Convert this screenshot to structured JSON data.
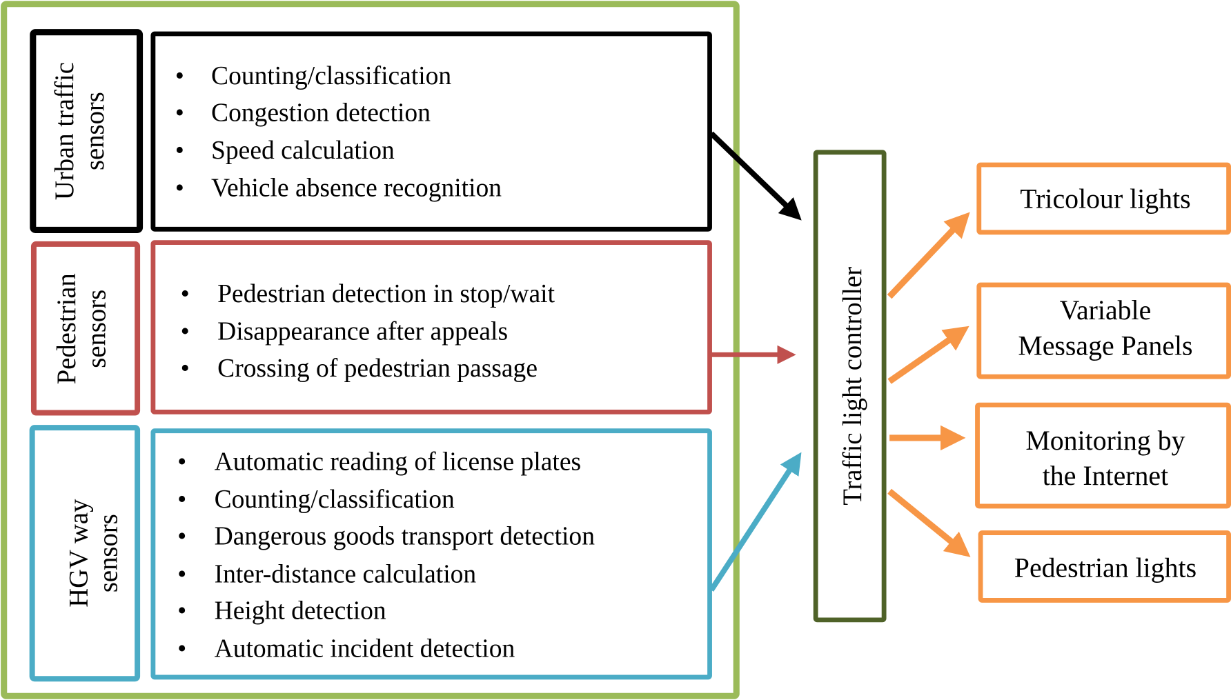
{
  "colors": {
    "frame": "#9bbb59",
    "urban": "#000000",
    "pedestrian": "#c0504d",
    "hgv": "#4bacc6",
    "controller": "#4f6228",
    "output": "#f79646"
  },
  "sensor_groups": [
    {
      "label_lines": [
        "Urban traffic",
        "sensors"
      ],
      "items": [
        "Counting/classification",
        "Congestion detection",
        "Speed calculation",
        "Vehicle absence recognition"
      ]
    },
    {
      "label_lines": [
        "Pedestrian",
        "sensors"
      ],
      "items": [
        "Pedestrian detection in stop/wait",
        "Disappearance after appeals",
        "Crossing of pedestrian passage"
      ]
    },
    {
      "label_lines": [
        "HGV way",
        "sensors"
      ],
      "items": [
        "Automatic reading of license plates",
        "Counting/classification",
        "Dangerous goods transport detection",
        "Inter-distance calculation",
        "Height detection",
        "Automatic incident detection"
      ]
    }
  ],
  "controller": {
    "label": "Traffic light controller"
  },
  "outputs": [
    {
      "lines": [
        "Tricolour lights"
      ]
    },
    {
      "lines": [
        "Variable",
        "Message Panels"
      ]
    },
    {
      "lines": [
        "Monitoring by",
        "the Internet"
      ]
    },
    {
      "lines": [
        "Pedestrian lights"
      ]
    }
  ],
  "bullet": "•"
}
